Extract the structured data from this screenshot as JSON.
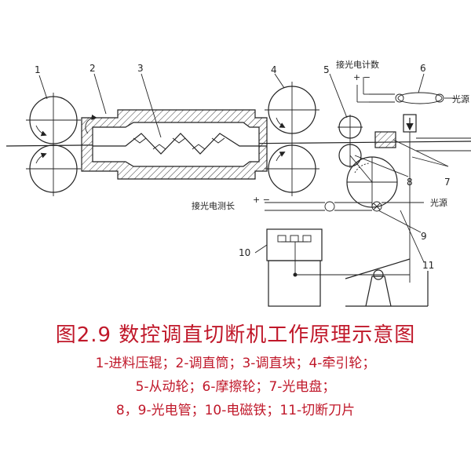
{
  "figure": {
    "title": "图2.9 数控调直切断机工作原理示意图",
    "legend_lines": [
      "1-进料压辊；2-调直筒；3-调直块；4-牵引轮；",
      "5-从动轮；6-摩擦轮；7-光电盘；",
      "8，9-光电管；10-电磁铁；11-切断刀片"
    ]
  },
  "callouts": {
    "n1": "1",
    "n2": "2",
    "n3": "3",
    "n4": "4",
    "n5": "5",
    "n6": "6",
    "n7": "7",
    "n8": "8",
    "n9": "9",
    "n10": "10",
    "n11": "11"
  },
  "annotations": {
    "photo_counter": "接光电计数",
    "light_source_top": "光源",
    "photo_length": "接光电测长",
    "light_source_mid": "光源",
    "plus_minus": "+ −"
  },
  "colors": {
    "caption_red": "#c0182a",
    "line": "#222222"
  }
}
